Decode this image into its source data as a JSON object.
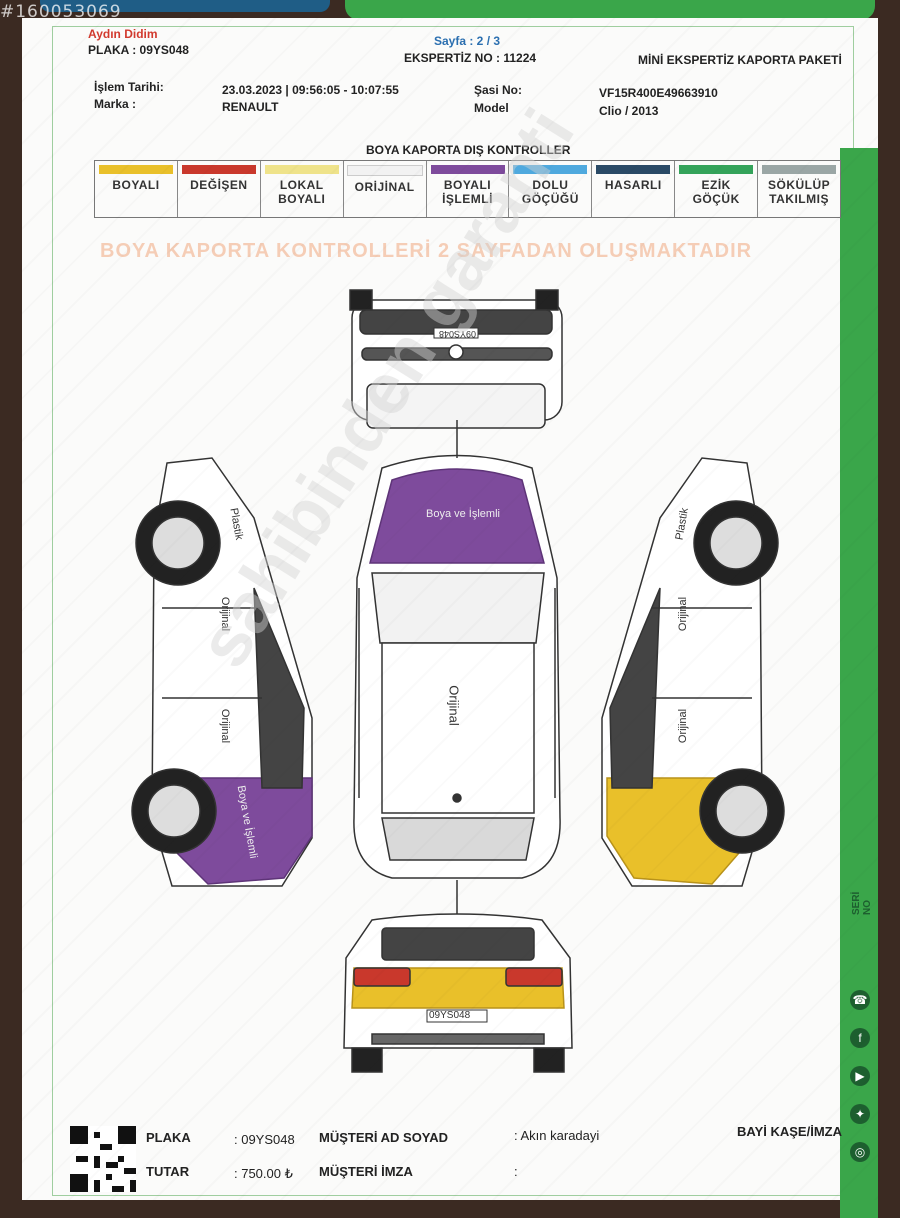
{
  "photo_id": "#160053069",
  "header": {
    "branch": "Aydın Didim",
    "plate_line": "PLAKA : 09YS048",
    "page": "Sayfa : 2 / 3",
    "report_no": "EKSPERTİZ NO : 11224",
    "package": "MİNİ EKSPERTİZ KAPORTA PAKETİ"
  },
  "info": {
    "date_label": "İşlem Tarihi:",
    "date_value": "23.03.2023 | 09:56:05 - 10:07:55",
    "brand_label": "Marka :",
    "brand_value": "RENAULT",
    "chassis_label": "Şasi No:",
    "chassis_value": "VF15R400E49663910",
    "model_label": "Model",
    "model_value": "Clio / 2013"
  },
  "legend": {
    "title": "BOYA KAPORTA DIŞ KONTROLLER",
    "items": [
      {
        "label": "BOYALI",
        "color": "#e9c02a"
      },
      {
        "label": "DEĞİŞEN",
        "color": "#c9382c"
      },
      {
        "label": "LOKAL\nBOYALI",
        "color": "#efe38a"
      },
      {
        "label": "ORİJİNAL",
        "color": "#f2f2f2"
      },
      {
        "label": "BOYALI\nİŞLEMLİ",
        "color": "#7e4b9c"
      },
      {
        "label": "DOLU\nGÖÇÜĞÜ",
        "color": "#4fa9de"
      },
      {
        "label": "HASARLI",
        "color": "#2a4a66"
      },
      {
        "label": "EZİK\nGÖÇÜK",
        "color": "#34a35a"
      },
      {
        "label": "SÖKÜLÜP\nTAKILMIŞ",
        "color": "#9aa6a5"
      }
    ]
  },
  "faded_note": "BOYA KAPORTA KONTROLLERİ 2 SAYFADAN OLUŞMAKTADIR",
  "diagram": {
    "front_plate": "09YS048",
    "rear_plate": "09YS048",
    "hood_note": "Boya ve İşlemli",
    "roof_note": "Orijinal",
    "left_fender_note": "Plastik",
    "left_door_front_note": "Orijinal",
    "left_door_rear_note": "Orijinal",
    "left_quarter_note": "Boya ve İşlemli",
    "right_fender_note": "Plastik",
    "right_door_front_note": "Orijinal",
    "right_door_rear_note": "Orijinal",
    "overlay_watermark": "sahibinden garanti"
  },
  "footer": {
    "plate_label": "PLAKA",
    "plate_value": ": 09YS048",
    "customer_label": "MÜŞTERİ AD SOYAD",
    "customer_value": ": Akın karadayi",
    "dealer_label": "BAYİ KAŞE/İMZA",
    "amount_label": "TUTAR",
    "amount_value": ": 750.00 ₺",
    "signature_label": "MÜŞTERİ İMZA",
    "signature_value": ":"
  },
  "side_strip_text": "SERİ NO"
}
